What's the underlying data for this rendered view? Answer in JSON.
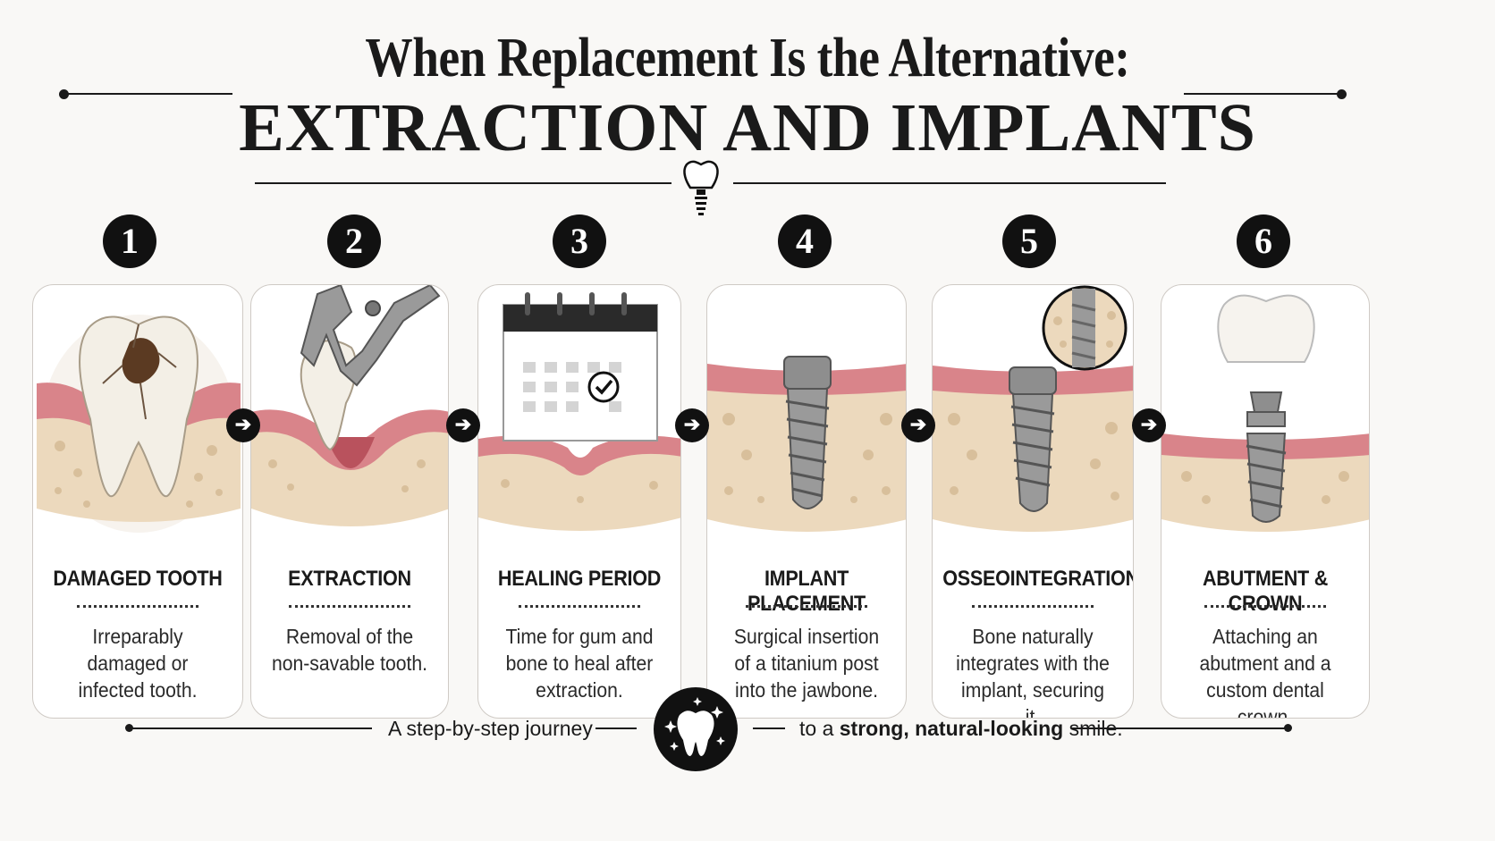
{
  "header": {
    "title_line1": "When Replacement Is the Alternative:",
    "title_line2": "EXTRACTION AND IMPLANTS"
  },
  "steps": [
    {
      "number": "1",
      "title": "DAMAGED TOOTH",
      "desc": "Irreparably damaged or infected tooth.",
      "icon": "damaged-tooth-icon"
    },
    {
      "number": "2",
      "title": "EXTRACTION",
      "desc": "Removal of the non-savable tooth.",
      "icon": "forceps-extraction-icon"
    },
    {
      "number": "3",
      "title": "HEALING PERIOD",
      "desc": "Time for gum and bone to heal after extraction.",
      "icon": "calendar-check-icon"
    },
    {
      "number": "4",
      "title": "IMPLANT PLACEMENT",
      "desc": "Surgical insertion of a titanium post into the jawbone.",
      "icon": "implant-post-icon"
    },
    {
      "number": "5",
      "title": "OSSEOINTEGRATION",
      "desc": "Bone naturally integrates with the implant, securing it.",
      "icon": "osseointegration-icon"
    },
    {
      "number": "6",
      "title": "ABUTMENT & CROWN",
      "desc": "Attaching an abutment and a custom dental crown.",
      "icon": "abutment-crown-icon"
    }
  ],
  "footer": {
    "left": "A step-by-step journey",
    "right_prefix": "to a ",
    "right_bold": "strong, natural-looking",
    "right_suffix": " smile."
  },
  "colors": {
    "ink": "#111111",
    "gum": "#d9848a",
    "bone": "#ecd9bd",
    "metal": "#9a9a9a",
    "background": "#f9f8f6"
  }
}
